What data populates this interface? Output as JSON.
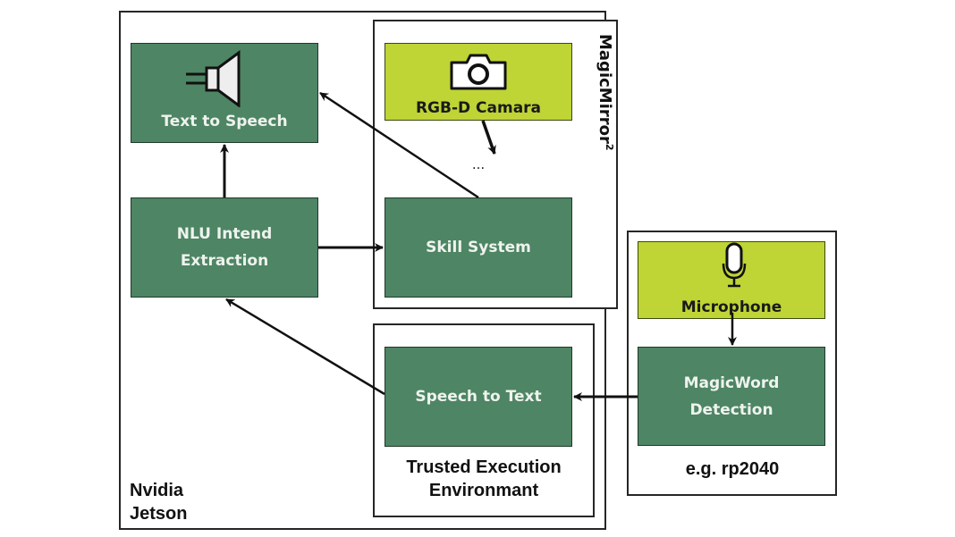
{
  "diagram": {
    "groups": {
      "jetson": {
        "label_line1": "Nvidia",
        "label_line2": "Jetson"
      },
      "magicmirror": {
        "label": "MagicMirror",
        "superscript": "2"
      },
      "tee": {
        "label_line1": "Trusted Execution",
        "label_line2": "Environmant"
      },
      "rp2040": {
        "label": "e.g. rp2040"
      }
    },
    "nodes": {
      "tts": {
        "label": "Text to Speech",
        "icon": "speaker-icon"
      },
      "nlu": {
        "label_line1": "NLU Intend",
        "label_line2": "Extraction"
      },
      "camera": {
        "label": "RGB-D Camara",
        "icon": "camera-icon"
      },
      "ellipsis": {
        "label": "..."
      },
      "skill": {
        "label": "Skill System"
      },
      "stt": {
        "label": "Speech to Text"
      },
      "microphone": {
        "label": "Microphone",
        "icon": "microphone-icon"
      },
      "magicword": {
        "label_line1": "MagicWord",
        "label_line2": "Detection"
      }
    },
    "edges": [
      {
        "from": "nlu",
        "to": "tts"
      },
      {
        "from": "nlu",
        "to": "skill"
      },
      {
        "from": "skill",
        "to": "tts"
      },
      {
        "from": "camera",
        "to": "ellipsis"
      },
      {
        "from": "stt",
        "to": "nlu"
      },
      {
        "from": "magicword",
        "to": "stt"
      },
      {
        "from": "microphone",
        "to": "magicword"
      }
    ],
    "colors": {
      "process_node": "#4e8564",
      "sensor_node": "#bfd435",
      "border": "#262626"
    }
  }
}
